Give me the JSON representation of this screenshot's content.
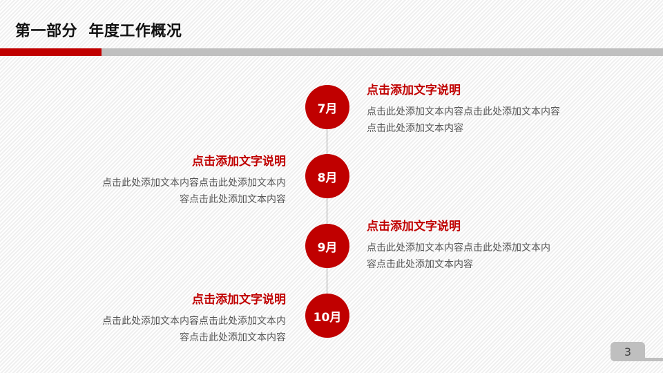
{
  "header": {
    "title": "第一部分  年度工作概况",
    "accent_color": "#c00000",
    "bar_gray_color": "#bfbfbf"
  },
  "timeline": [
    {
      "month": "7月",
      "side": "right",
      "heading": "点击添加文字说明",
      "text": "点击此处添加文本内容点击此处添加文本内容点击此处添加文本内容"
    },
    {
      "month": "8月",
      "side": "left",
      "heading": "点击添加文字说明",
      "text": "点击此处添加文本内容点击此处添加文本内容点击此处添加文本内容"
    },
    {
      "month": "9月",
      "side": "right",
      "heading": "点击添加文字说明",
      "text": "点击此处添加文本内容点击此处添加文本内容点击此处添加文本内容"
    },
    {
      "month": "10月",
      "side": "left",
      "heading": "点击添加文字说明",
      "text": "点击此处添加文本内容点击此处添加文本内容点击此处添加文本内容"
    }
  ],
  "footer": {
    "page_number": "3"
  }
}
